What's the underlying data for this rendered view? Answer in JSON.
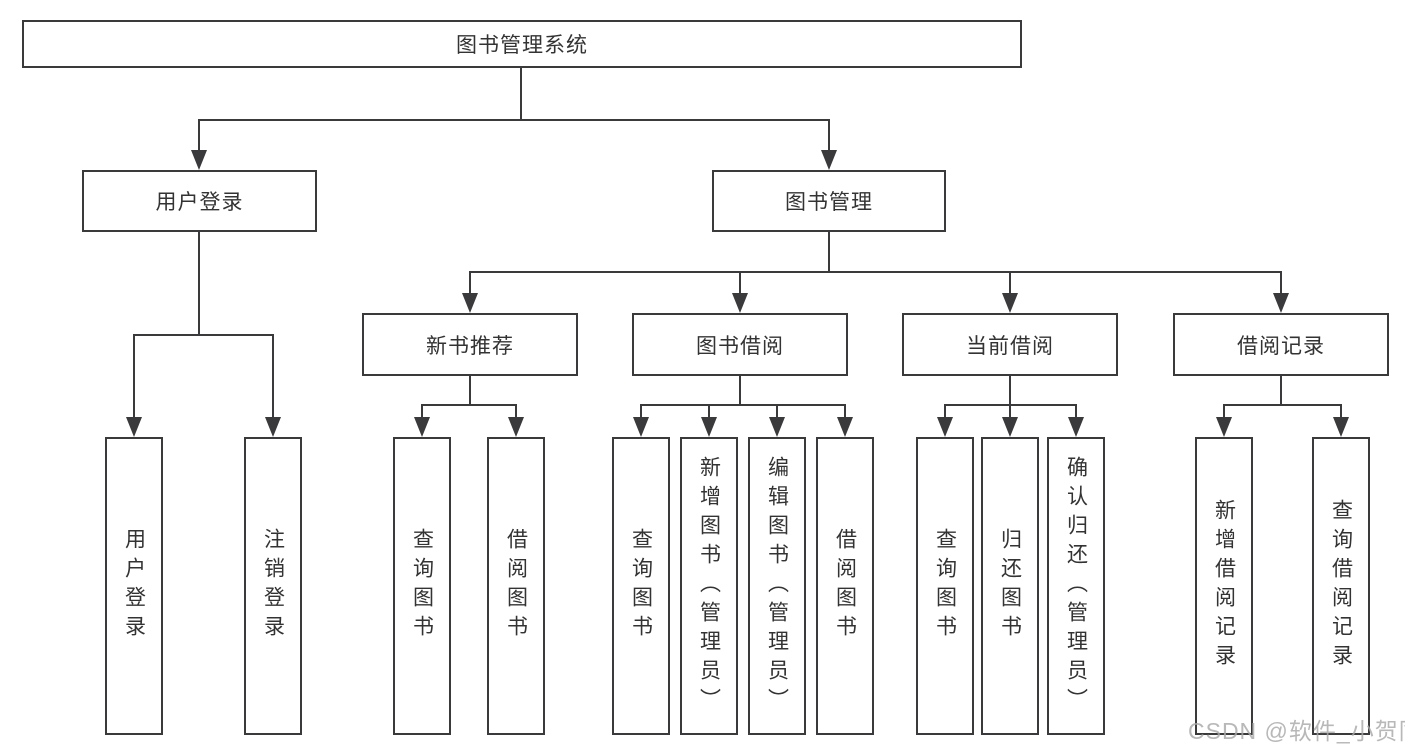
{
  "diagram": {
    "root": {
      "label": "图书管理系统"
    },
    "branches": [
      {
        "label": "用户登录",
        "children": [
          {
            "label": "用户登录"
          },
          {
            "label": "注销登录"
          }
        ]
      },
      {
        "label": "图书管理",
        "children": [
          {
            "label": "新书推荐",
            "children": [
              {
                "label": "查询图书"
              },
              {
                "label": "借阅图书"
              }
            ]
          },
          {
            "label": "图书借阅",
            "children": [
              {
                "label": "查询图书"
              },
              {
                "label": "新增图书（管理员）"
              },
              {
                "label": "编辑图书（管理员）"
              },
              {
                "label": "借阅图书"
              }
            ]
          },
          {
            "label": "当前借阅",
            "children": [
              {
                "label": "查询图书"
              },
              {
                "label": "归还图书"
              },
              {
                "label": "确认归还（管理员）"
              }
            ]
          },
          {
            "label": "借阅记录",
            "children": [
              {
                "label": "新增借阅记录"
              },
              {
                "label": "查询借阅记录"
              }
            ]
          }
        ]
      }
    ]
  },
  "watermark": {
    "text": "CSDN @软件_小贺同学"
  },
  "colors": {
    "line": "#3a3a3c",
    "text": "#333333",
    "watermark": "#a8a8a8"
  }
}
